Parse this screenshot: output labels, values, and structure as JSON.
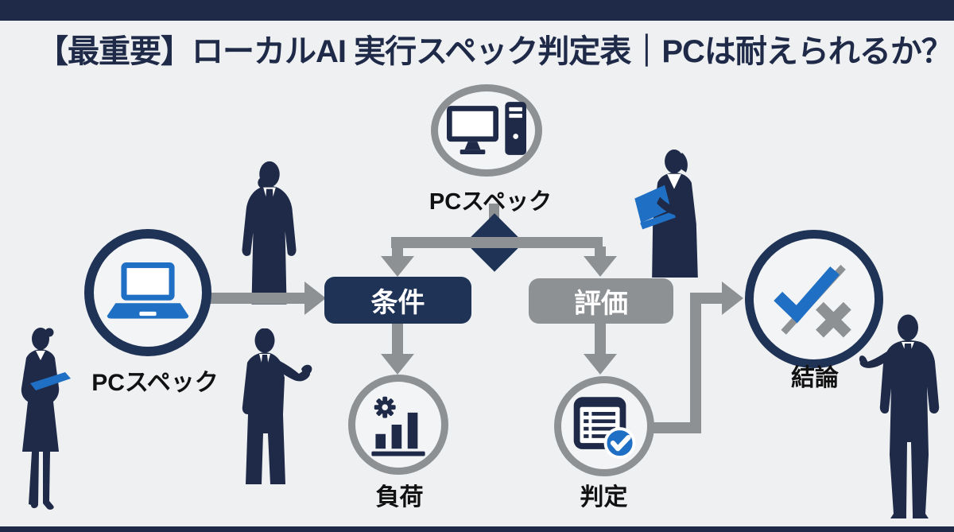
{
  "header": {
    "title": "【最重要】ローカルAI 実行スペック判定表｜PCは耐えられるか？"
  },
  "diagram": {
    "top_node": {
      "label": "PCスペック",
      "icon": "desktop-pc-icon"
    },
    "left_node": {
      "label": "PCスペック",
      "icon": "laptop-icon"
    },
    "condition_box": {
      "label": "条件"
    },
    "evaluation_box": {
      "label": "評価"
    },
    "load_node": {
      "label": "負荷",
      "icon": "gear-bar-chart-icon"
    },
    "judgement_node": {
      "label": "判定",
      "icon": "checklist-check-icon"
    },
    "conclusion_node": {
      "label": "結論",
      "icon": "check-or-cross-icon"
    }
  },
  "colors": {
    "navy": "#1e2a47",
    "navy_box": "#1f3356",
    "gray": "#8e9193",
    "blue": "#1f6fc4",
    "background": "#eef0f2",
    "circle_fill": "#f3f4f6",
    "label_text": "#111111",
    "box_text": "#ffffff"
  }
}
